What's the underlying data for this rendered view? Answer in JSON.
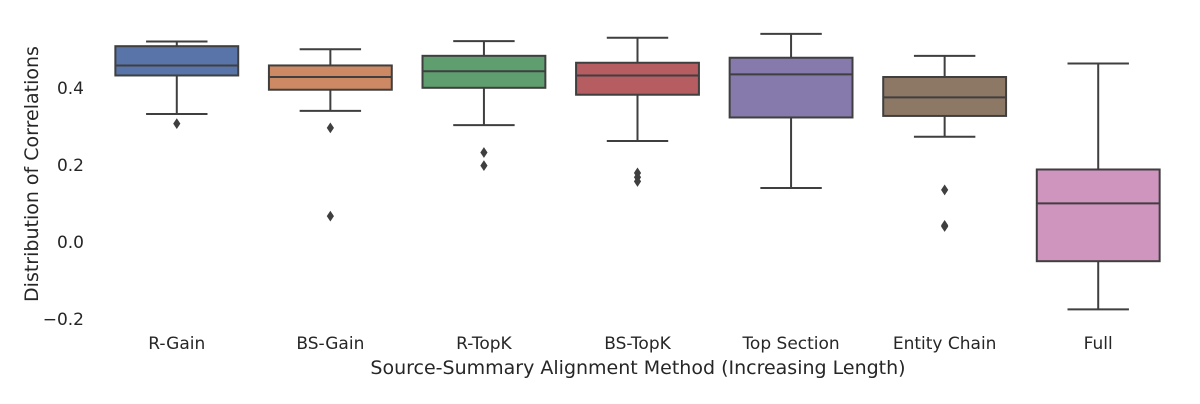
{
  "chart_data": {
    "type": "box",
    "xlabel": "Source-Summary Alignment Method (Increasing Length)",
    "ylabel": "Distribution of Correlations",
    "ylim": [
      -0.2,
      0.55
    ],
    "yticks": [
      -0.2,
      0.0,
      0.2,
      0.4
    ],
    "ytick_labels": [
      "−0.2",
      "0.0",
      "0.2",
      "0.4"
    ],
    "grid": false,
    "categories": [
      "R-Gain",
      "BS-Gain",
      "R-TopK",
      "BS-TopK",
      "Top Section",
      "Entity Chain",
      "Full"
    ],
    "boxes": [
      {
        "category": "R-Gain",
        "color": "#5874a8",
        "whisker_low": 0.332,
        "q1": 0.432,
        "median": 0.458,
        "q3": 0.508,
        "whisker_high": 0.52,
        "outliers": [
          0.307
        ]
      },
      {
        "category": "BS-Gain",
        "color": "#cc8963",
        "whisker_low": 0.34,
        "q1": 0.395,
        "median": 0.428,
        "q3": 0.458,
        "whisker_high": 0.5,
        "outliers": [
          0.296,
          0.067
        ]
      },
      {
        "category": "R-TopK",
        "color": "#5f9e6e",
        "whisker_low": 0.303,
        "q1": 0.4,
        "median": 0.443,
        "q3": 0.483,
        "whisker_high": 0.521,
        "outliers": [
          0.232,
          0.198
        ]
      },
      {
        "category": "BS-TopK",
        "color": "#b55d60",
        "whisker_low": 0.262,
        "q1": 0.382,
        "median": 0.432,
        "q3": 0.465,
        "whisker_high": 0.53,
        "outliers": [
          0.179,
          0.168,
          0.157
        ]
      },
      {
        "category": "Top Section",
        "color": "#857aab",
        "whisker_low": 0.14,
        "q1": 0.323,
        "median": 0.435,
        "q3": 0.478,
        "whisker_high": 0.54,
        "outliers": []
      },
      {
        "category": "Entity Chain",
        "color": "#8d7866",
        "whisker_low": 0.273,
        "q1": 0.327,
        "median": 0.375,
        "q3": 0.428,
        "whisker_high": 0.483,
        "outliers": [
          0.135,
          0.043,
          0.04
        ]
      },
      {
        "category": "Full",
        "color": "#d095bf",
        "whisker_low": -0.175,
        "q1": -0.05,
        "median": 0.1,
        "q3": 0.188,
        "whisker_high": 0.463,
        "outliers": []
      }
    ]
  }
}
